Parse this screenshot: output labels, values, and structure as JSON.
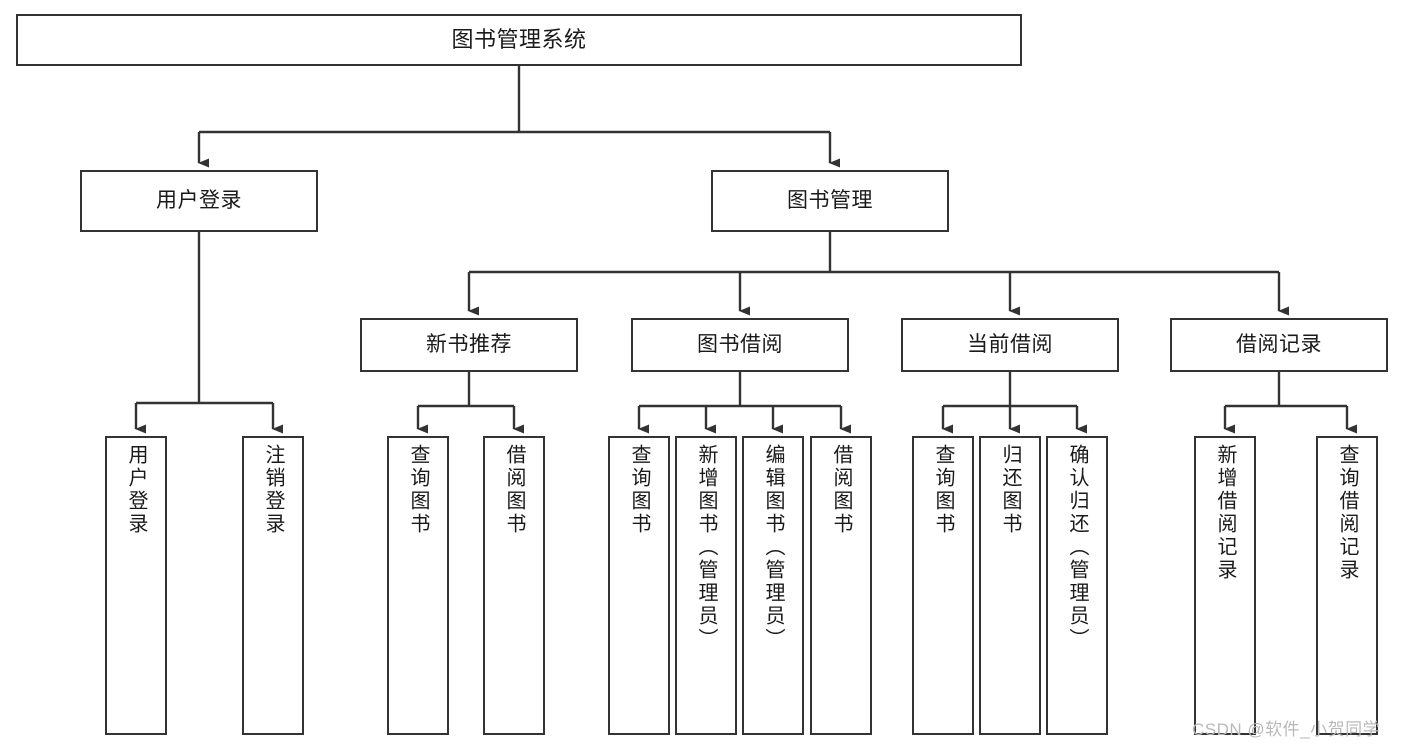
{
  "diagram": {
    "type": "tree",
    "title": "图书管理系统",
    "orientation": "top-down",
    "colors": {
      "box_border": "#333333",
      "box_fill": "#ffffff",
      "connector": "#333333",
      "text": "#1a1a1a",
      "watermark": "#b9b9b9"
    },
    "levels": {
      "root": {
        "label": "图书管理系统"
      },
      "level2": [
        {
          "id": "user-login",
          "label": "用户登录"
        },
        {
          "id": "book-management",
          "label": "图书管理"
        }
      ],
      "level3": [
        {
          "id": "new-book-recommend",
          "label": "新书推荐",
          "parent": "book-management"
        },
        {
          "id": "book-borrow",
          "label": "图书借阅",
          "parent": "book-management"
        },
        {
          "id": "current-borrow",
          "label": "当前借阅",
          "parent": "book-management"
        },
        {
          "id": "borrow-record",
          "label": "借阅记录",
          "parent": "book-management"
        }
      ],
      "leaves": [
        {
          "id": "leaf-user-login",
          "label": "用户登录",
          "parent": "user-login"
        },
        {
          "id": "leaf-logout",
          "label": "注销登录",
          "parent": "user-login"
        },
        {
          "id": "leaf-query-book-1",
          "label": "查询图书",
          "parent": "new-book-recommend"
        },
        {
          "id": "leaf-borrow-book-1",
          "label": "借阅图书",
          "parent": "new-book-recommend"
        },
        {
          "id": "leaf-query-book-2",
          "label": "查询图书",
          "parent": "book-borrow"
        },
        {
          "id": "leaf-add-book",
          "label": "新增图书（管理员）",
          "parent": "book-borrow"
        },
        {
          "id": "leaf-edit-book",
          "label": "编辑图书（管理员）",
          "parent": "book-borrow"
        },
        {
          "id": "leaf-borrow-book-2",
          "label": "借阅图书",
          "parent": "book-borrow"
        },
        {
          "id": "leaf-query-book-3",
          "label": "查询图书",
          "parent": "current-borrow"
        },
        {
          "id": "leaf-return-book",
          "label": "归还图书",
          "parent": "current-borrow"
        },
        {
          "id": "leaf-confirm-return",
          "label": "确认归还（管理员）",
          "parent": "current-borrow"
        },
        {
          "id": "leaf-add-record",
          "label": "新增借阅记录",
          "parent": "borrow-record"
        },
        {
          "id": "leaf-query-record",
          "label": "查询借阅记录",
          "parent": "borrow-record"
        }
      ]
    }
  },
  "watermark": {
    "text": "CSDN @软件_小贺同学"
  }
}
